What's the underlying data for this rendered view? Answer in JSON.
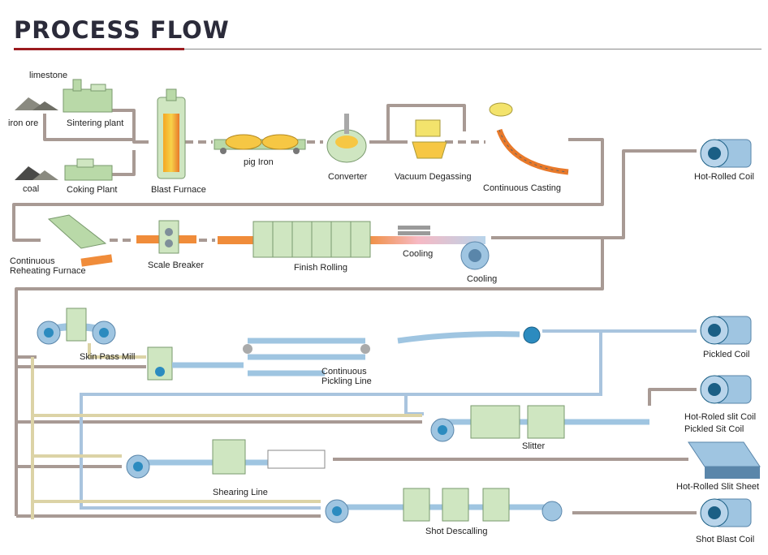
{
  "title": "PROCESS FLOW",
  "colors": {
    "flow_line": "#a89a94",
    "blue_line": "#a9c4de",
    "yellow_line": "#dcd3a6",
    "equipment": "#b9d9a8",
    "roller": "#9fc5e1",
    "hot": "#f08c3a",
    "accent_red": "#9b1b1f"
  },
  "stage1": {
    "limestone": "limestone",
    "iron_ore": "iron ore",
    "sintering_plant": "Sintering plant",
    "coal": "coal",
    "coking_plant": "Coking Plant",
    "blast_furnace": "Blast Furnace",
    "pig_iron": "pig Iron",
    "converter": "Converter",
    "vacuum_degassing": "Vacuum Degassing",
    "continuous_casting": "Continuous Casting"
  },
  "stage2": {
    "continuous_reheating_furnace": "Continuous\nReheating Furnace",
    "scale_breaker": "Scale Breaker",
    "finish_rolling": "Finish Rolling",
    "cooling_1": "Cooling",
    "cooling_2": "Cooling"
  },
  "stage3": {
    "skin_pass_mill": "Skin Pass Mill",
    "continuous_pickling_line": "Continuous\nPickling Line",
    "slitter": "Slitter",
    "shearing_line": "Shearing Line",
    "shot_descalling": "Shot Descalling"
  },
  "products": {
    "hot_rolled_coil": "Hot-Rolled Coil",
    "pickled_coil": "Pickled Coil",
    "hot_roled_slit_coil": "Hot-Roled slit Coil",
    "pickled_sit_coil": "Pickled Sit Coil",
    "hot_rolled_slit_sheet": "Hot-Rolled Slit Sheet",
    "shot_blast_coil": "Shot Blast Coil"
  }
}
